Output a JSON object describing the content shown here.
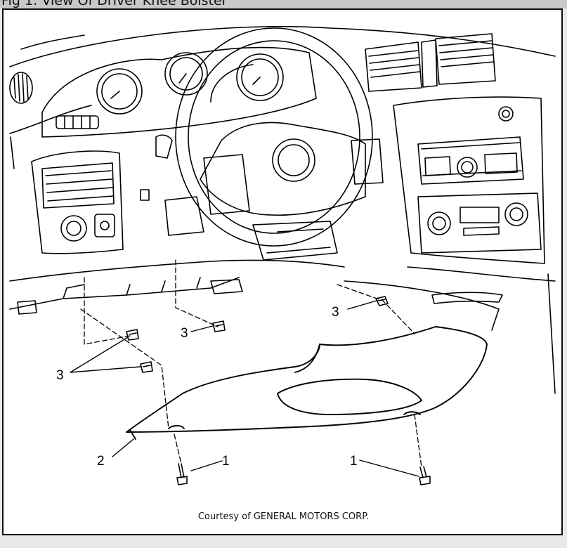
{
  "figure": {
    "title": "Fig 1: View Of Driver Knee Bolster",
    "courtesy": "Courtesy of GENERAL MOTORS CORP."
  },
  "callouts": [
    {
      "id": "1a",
      "label": "1"
    },
    {
      "id": "1b",
      "label": "1"
    },
    {
      "id": "2",
      "label": "2"
    },
    {
      "id": "3a",
      "label": "3"
    },
    {
      "id": "3b",
      "label": "3"
    },
    {
      "id": "3c",
      "label": "3"
    }
  ],
  "colors": {
    "line": "#000000",
    "background": "#ffffff",
    "title_bar": "#c8c8c8"
  }
}
